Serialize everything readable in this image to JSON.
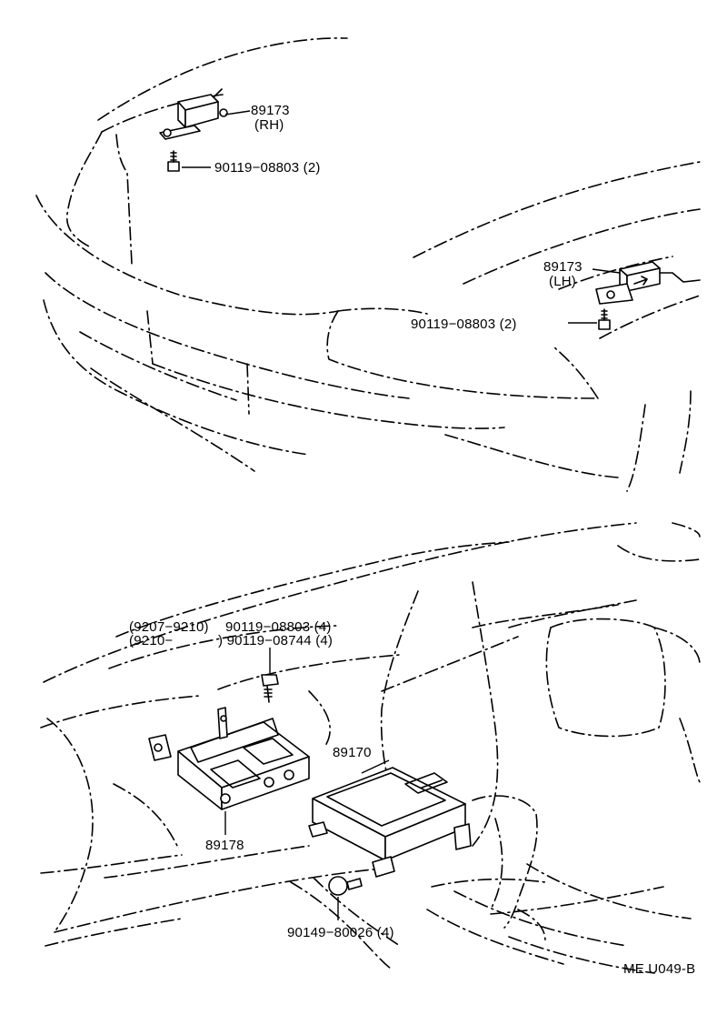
{
  "labels": {
    "sensor_rh_part": "89173",
    "sensor_rh_side": "(RH)",
    "bolt_rh": "90119−08803 (2)",
    "sensor_lh_part": "89173",
    "sensor_lh_side": "(LH)",
    "bolt_lh": "90119−08803 (2)",
    "bolt_bracket_range_1": "(9207−9210)",
    "bolt_bracket_part_1": "90119−08803 (4)",
    "bolt_bracket_range_2": "(9210−",
    "bolt_bracket_part_2": ") 90119−08744 (4)",
    "bracket_part": "89178",
    "ecu_part": "89170",
    "screw_part": "90149−80026 (4)",
    "figure_code": "ME U049-B"
  }
}
